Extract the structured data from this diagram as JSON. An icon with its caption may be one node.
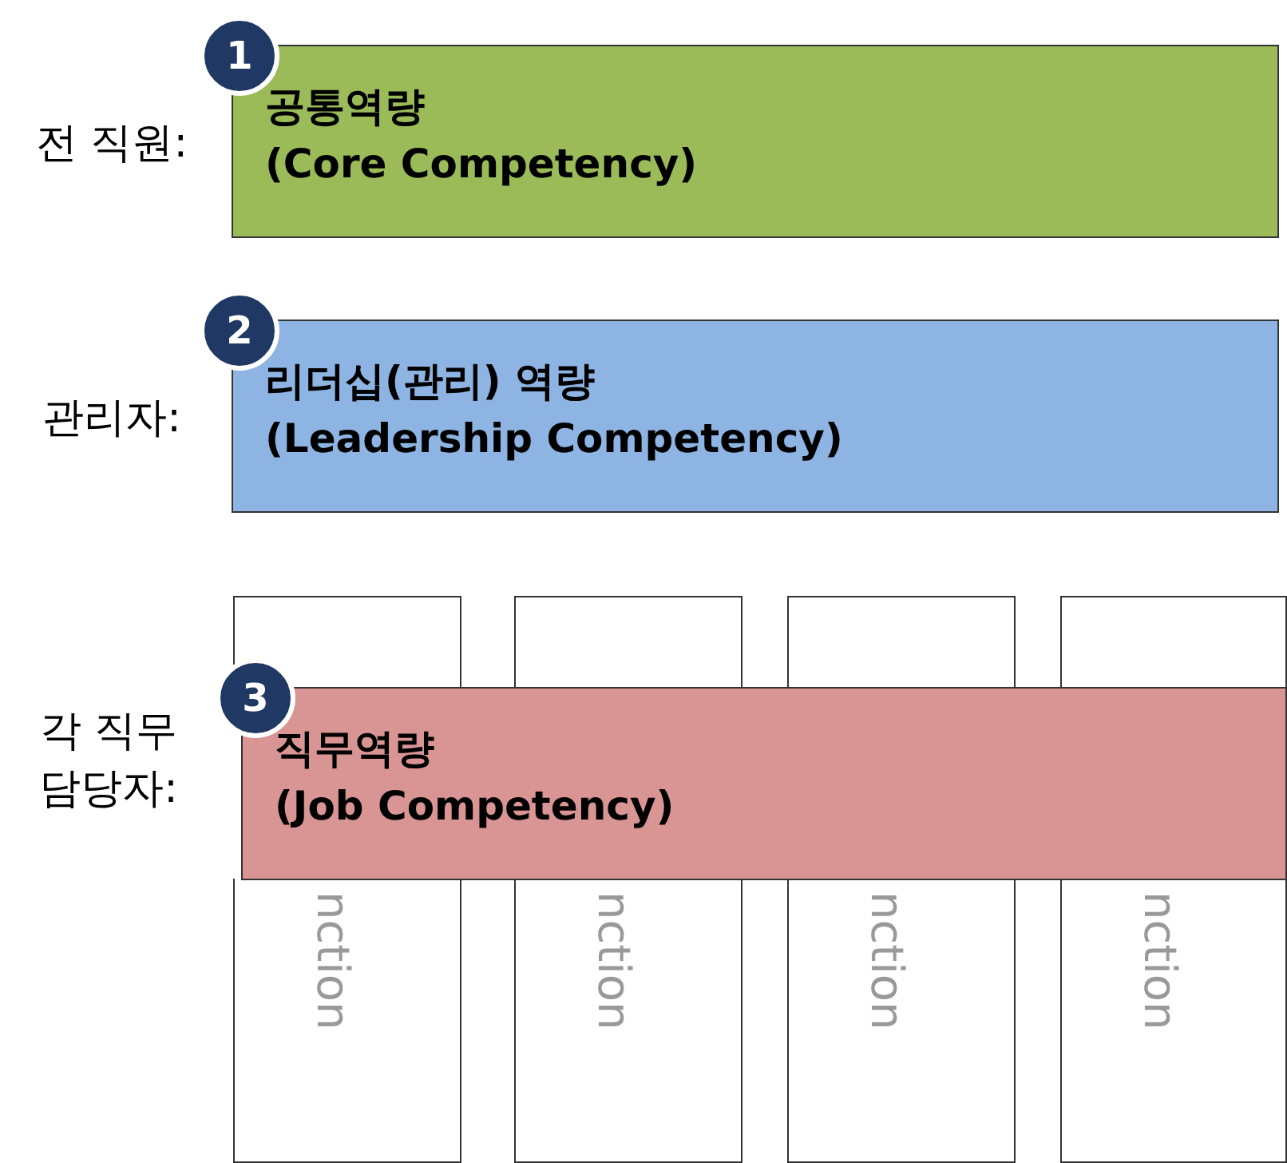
{
  "diagram": {
    "nodes": [
      {
        "text": [
          "1"
        ]
      },
      {
        "text": [
          "공통역량",
          "(Core Competency)"
        ]
      },
      {
        "text": [
          "2"
        ]
      },
      {
        "text": [
          "리더십(관리) 역량",
          "(Leadership Competency)"
        ]
      },
      {
        "text": [
          "nction"
        ]
      },
      {
        "text": [
          "nction"
        ]
      },
      {
        "text": [
          "nction"
        ]
      },
      {
        "text": [
          "nction"
        ]
      },
      {
        "text": [
          "3"
        ]
      },
      {
        "text": [
          "직무역량",
          "(Job Competency)"
        ]
      }
    ],
    "labels": [
      "전 직원:",
      "관리자:",
      "각 직무 담당자:"
    ],
    "edges": []
  }
}
